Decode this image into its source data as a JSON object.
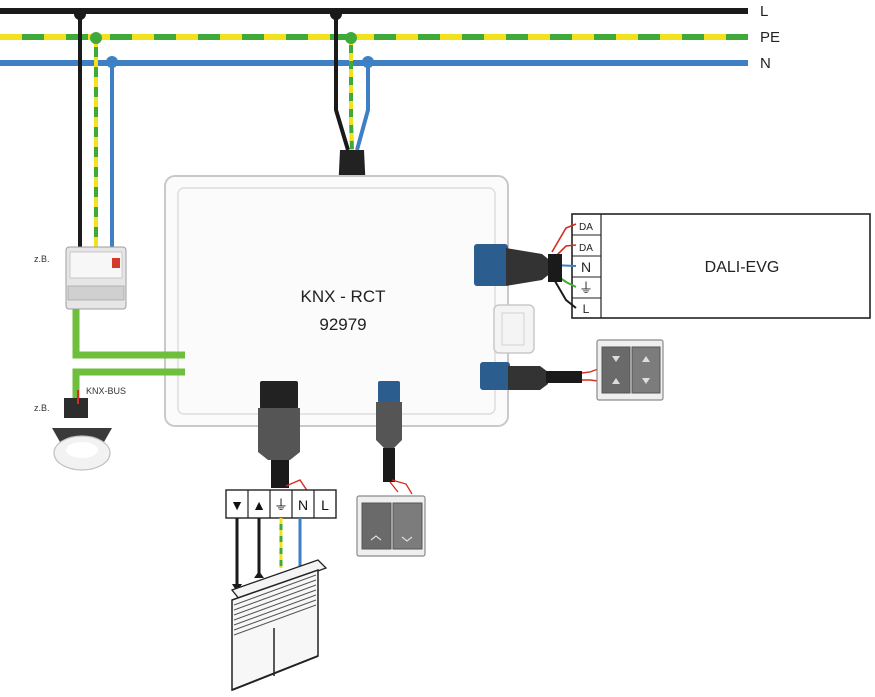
{
  "bus_labels": {
    "line": "L",
    "protective_earth": "PE",
    "neutral": "N"
  },
  "controller": {
    "name": "KNX - RCT",
    "number": "92979"
  },
  "ballast": {
    "name": "DALI-EVG",
    "terminals": [
      "DA",
      "DA",
      "N",
      "⏚",
      "L"
    ]
  },
  "blind_terminals": [
    "▼",
    "▲",
    "⏚",
    "N",
    "L"
  ],
  "knx_bus_label": "KNX-BUS",
  "example_label_1": "z.B.",
  "example_label_2": "z.B.",
  "colors": {
    "line": "#1a1a1a",
    "pe_green": "#3faa3a",
    "pe_yellow": "#f2e21e",
    "neutral": "#3f7fc3",
    "knx_bus": "#6dbf3c",
    "dali_wire": "#d62b1e",
    "connector_blue": "#2b5d8e"
  }
}
